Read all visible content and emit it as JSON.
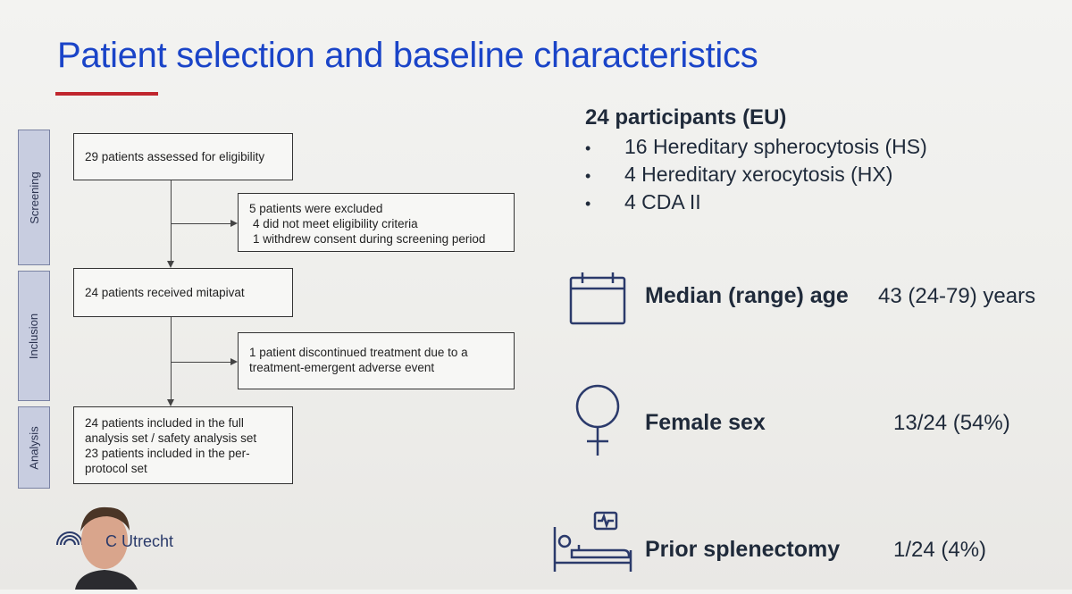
{
  "slide": {
    "title": "Patient selection and baseline characteristics"
  },
  "flow": {
    "stages": {
      "screening": "Screening",
      "inclusion": "Inclusion",
      "analysis": "Analysis"
    },
    "assessed": "29 patients assessed for eligibility",
    "excluded": {
      "line1": "5 patients were excluded",
      "line2": "4 did not meet eligibility criteria",
      "line3": "1 withdrew consent during screening period"
    },
    "received": "24 patients received mitapivat",
    "discontinued": {
      "line1": "1 patient discontinued treatment due to a",
      "line2": "treatment-emergent adverse event"
    },
    "analysis_box": {
      "line1": "24 patients included in the full",
      "line2": "analysis set / safety analysis set",
      "line3": "23 patients included in the per-",
      "line4": "protocol set"
    }
  },
  "participants": {
    "heading": "24 participants (EU)",
    "items": [
      "16 Hereditary spherocytosis (HS)",
      "4 Hereditary xerocytosis (HX)",
      "4 CDA II"
    ],
    "bullet": "•"
  },
  "stats": {
    "age": {
      "label": "Median (range) age",
      "value": "43 (24-79) years",
      "icon": "calendar-icon"
    },
    "sex": {
      "label": "Female sex",
      "value": "13/24 (54%)",
      "icon": "female-icon"
    },
    "splenectomy": {
      "label": "Prior splenectomy",
      "value": "1/24 (4%)",
      "icon": "hospital-bed-icon"
    }
  },
  "footer": {
    "logo_text": "C Utrecht"
  },
  "colors": {
    "title": "#1a44c8",
    "accent_underline": "#c0262d",
    "icon_stroke": "#2b3a6b",
    "stage_fill": "#c8cde0"
  }
}
